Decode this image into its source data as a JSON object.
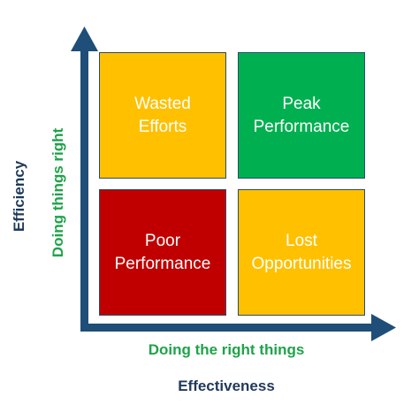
{
  "quadrants": {
    "top_left": {
      "line1": "Wasted",
      "line2": "Efforts",
      "color": "#ffc000"
    },
    "top_right": {
      "line1": "Peak",
      "line2": "Performance",
      "color": "#00b050"
    },
    "bottom_left": {
      "line1": "Poor",
      "line2": "Performance",
      "color": "#c00000"
    },
    "bottom_right": {
      "line1": "Lost",
      "line2": "Opportunities",
      "color": "#ffc000"
    }
  },
  "axes": {
    "x_title": "Effectiveness",
    "x_subtitle": "Doing the right things",
    "y_title": "Efficiency",
    "y_subtitle": "Doing things right",
    "axis_color": "#1f4e79",
    "title_color": "#1f3a5a",
    "subtitle_color": "#1fa34a"
  }
}
